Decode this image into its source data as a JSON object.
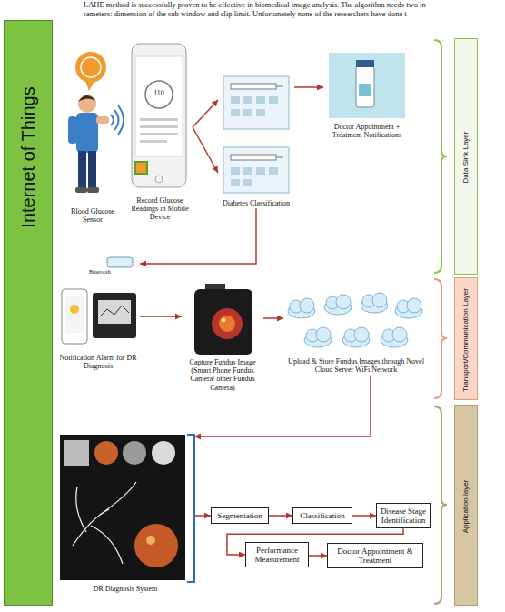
{
  "diagram": {
    "nodes": [
      {
        "text": [
          "Internet of Things"
        ]
      },
      {
        "text": [
          "Blood Glucose Sensor"
        ]
      },
      {
        "text": [
          "Record Glucose Readings in Mobile Device"
        ]
      },
      {
        "text": [
          "Diabetes Classification"
        ]
      },
      {
        "text": [
          "Doctor Appointment + Treatment Notifications"
        ]
      },
      {
        "text": [
          "Data Sink Layer"
        ]
      },
      {
        "text": [
          "Notification Alarm for DR Diagnosis"
        ]
      },
      {
        "text": [
          "Capture Fundus Image (Smart Phone Fundus Camera/ other Fundus Camera)"
        ]
      },
      {
        "text": [
          "Upload & Store Fundus Images through Novel Cloud Server WiFi Network"
        ]
      },
      {
        "text": [
          "Transport/Communication Layer"
        ]
      },
      {
        "text": [
          "DR Diagnosis System"
        ]
      },
      {
        "text": [
          "Segmentation"
        ]
      },
      {
        "text": [
          "Classification"
        ]
      },
      {
        "text": [
          "Disease Stage Identification"
        ]
      },
      {
        "text": [
          "Performance Measurement"
        ]
      },
      {
        "text": [
          "Doctor Appointment & Treatment"
        ]
      },
      {
        "text": [
          "Application layer"
        ]
      }
    ],
    "edges": [
      {
        "from": 2,
        "to": 3,
        "arrow": "to"
      },
      {
        "from": 2,
        "to": 3,
        "arrow": "to"
      },
      {
        "from": 3,
        "to": 4,
        "arrow": "to"
      },
      {
        "from": 3,
        "to": 6,
        "arrow": "to"
      },
      {
        "from": 6,
        "to": 7,
        "arrow": "to"
      },
      {
        "from": 7,
        "to": 8,
        "arrow": "to"
      },
      {
        "from": 8,
        "to": 10,
        "arrow": "to"
      },
      {
        "from": 10,
        "to": 11,
        "arrow": "to"
      },
      {
        "from": 11,
        "to": 12,
        "arrow": "to"
      },
      {
        "from": 12,
        "to": 13,
        "arrow": "to"
      },
      {
        "from": 13,
        "to": 14,
        "arrow": "to"
      },
      {
        "from": 14,
        "to": 15,
        "arrow": "to"
      }
    ],
    "labels": [
      "LAHE method is successfully proven to be effective in biomedical image analysis. The algorithm needs two in",
      "rameters: dimension of the sub window and clip limit. Unfortunately none of the researchers have done t",
      "110",
      "Bluetooth"
    ]
  }
}
